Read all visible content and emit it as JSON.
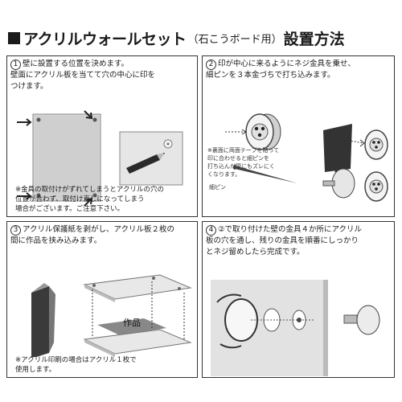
{
  "title": {
    "main": "アクリルウォールセット",
    "sub": "（石こうボード用）",
    "tail": "設置方法"
  },
  "steps": [
    {
      "num": "1",
      "text": "壁に設置する位置を決めます。\n壁面にアクリル板を当てて穴の中心に印を\nつけます。",
      "note": "※金具の取付けがずれてしまうとアクリルの穴の\n位置が合わず、取付け直しになってしまう\n場合がございます。ご注意下さい。"
    },
    {
      "num": "2",
      "text": "印が中心に来るようにネジ金具を乗せ、\n細ピンを３本金づちで打ち込みます。",
      "pin_label": "細ピン",
      "side_note": "※裏面に両面テープを貼って\n印に合わせると細ピンを\n打ち込んだ際にもズレにく\nくなります。"
    },
    {
      "num": "3",
      "text": "アクリル保護紙を剥がし、アクリル板２枚の\n間に作品を挟み込みます。",
      "artwork_label": "作品",
      "note": "※アクリル印刷の場合はアクリル１枚で\n使用します。"
    },
    {
      "num": "4",
      "text": "②で取り付けた壁の金具４か所にアクリル\n板の穴を通し、残りの金具を順番にしっかり\nとネジ留めしたら完成です。"
    }
  ]
}
